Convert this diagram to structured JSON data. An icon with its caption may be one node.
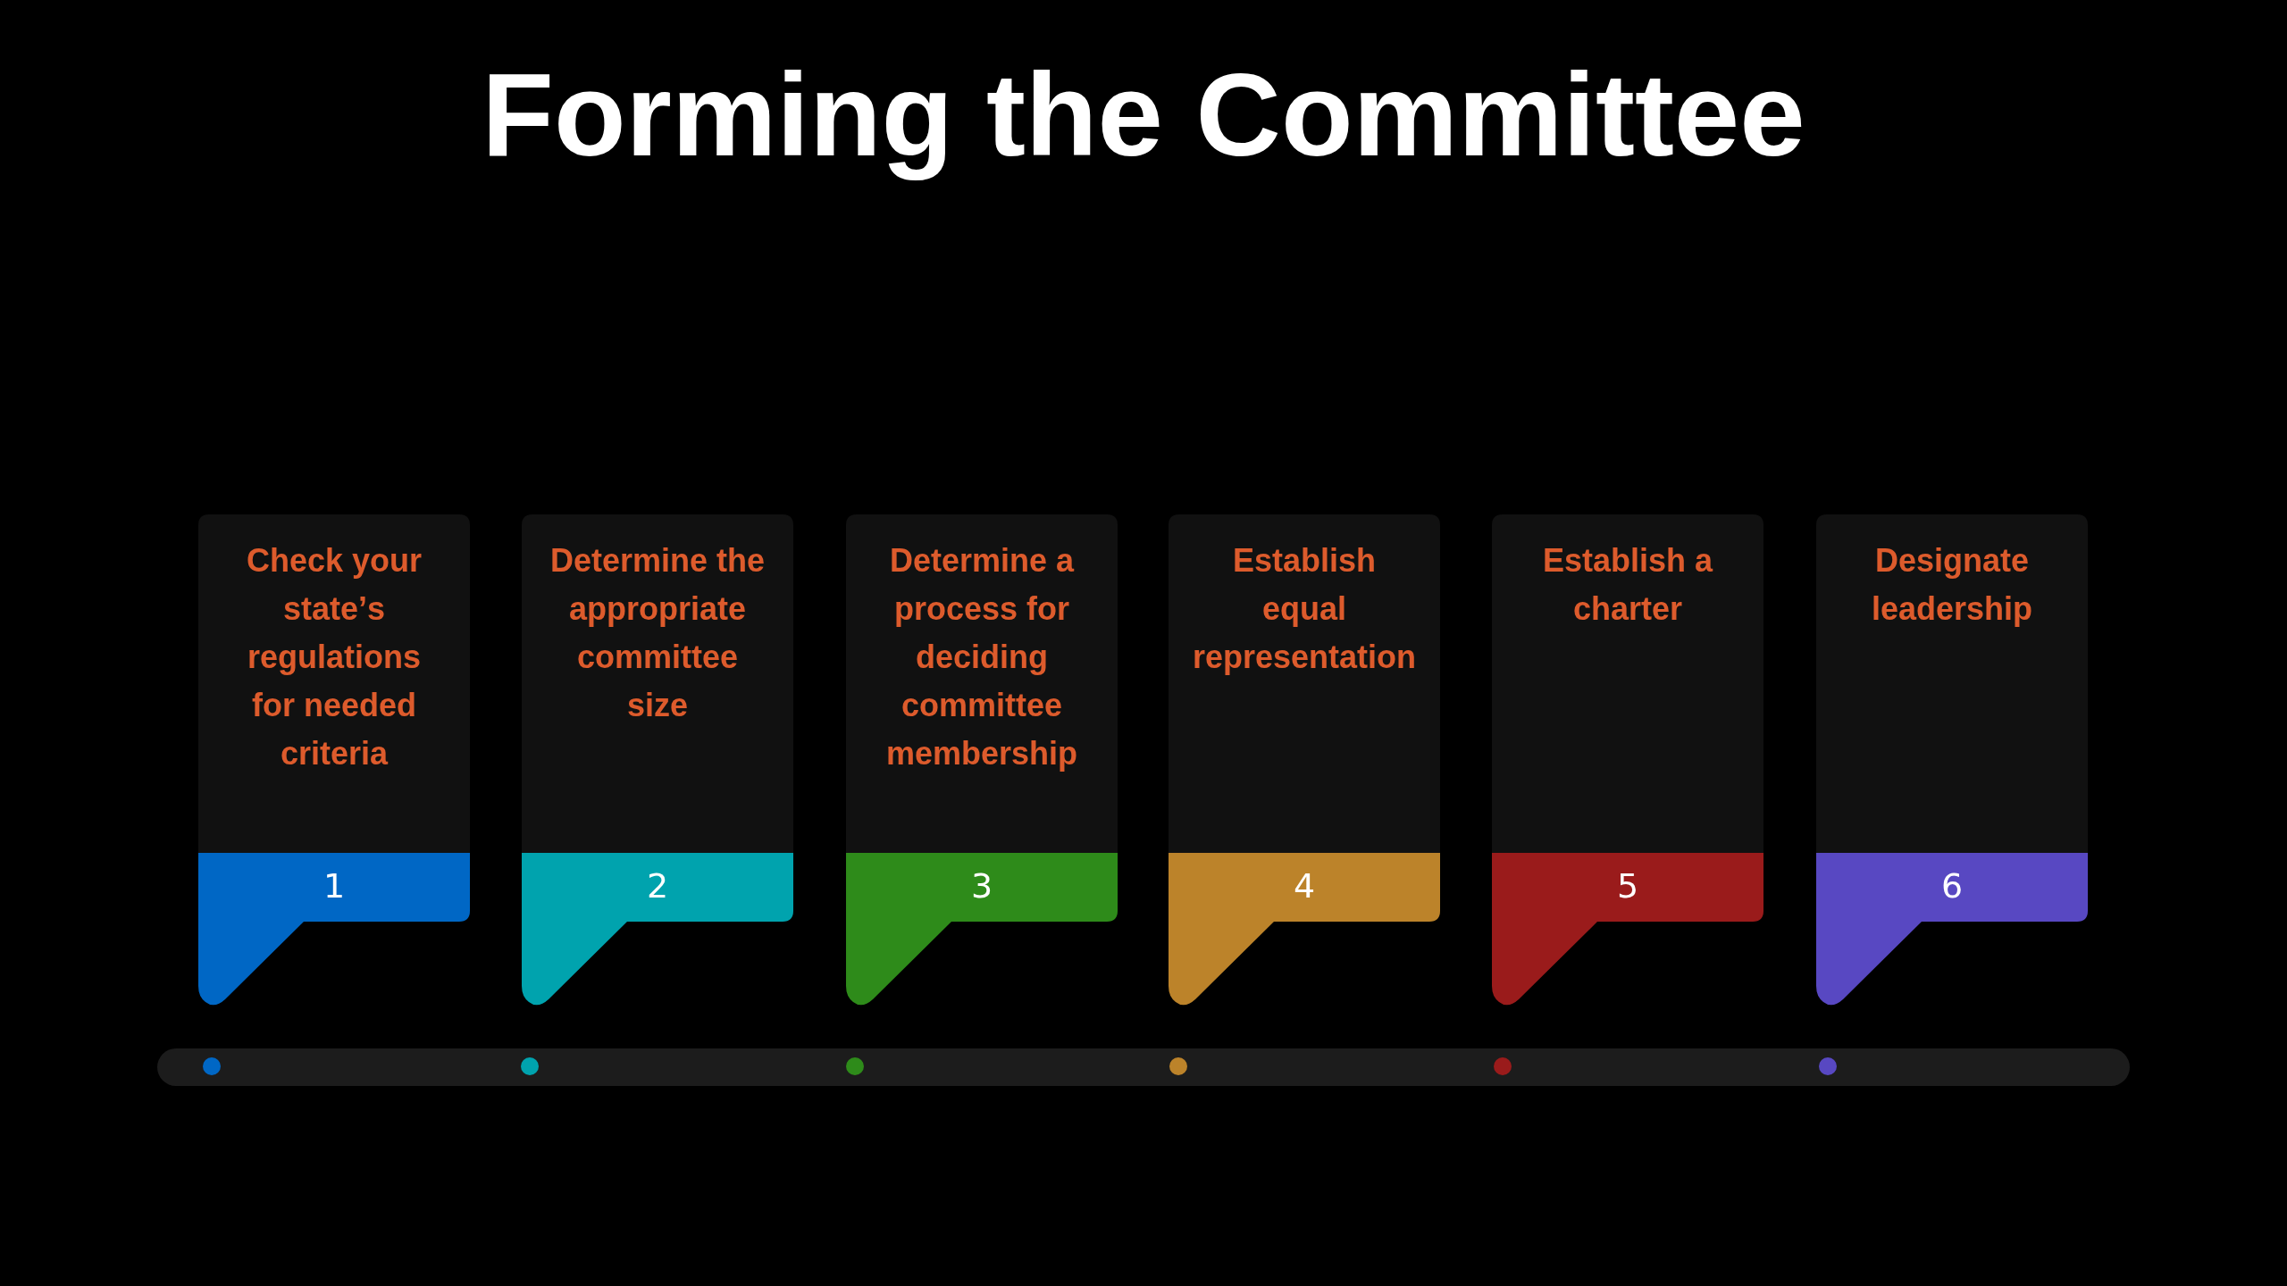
{
  "diagram": {
    "title": "Forming the Committee",
    "nodes": [
      {
        "text": [
          "Check your state’s regulations for needed criteria",
          "1"
        ]
      },
      {
        "text": [
          "Determine the appropriate committee size",
          "2"
        ]
      },
      {
        "text": [
          "Determine a process for deciding committee membership",
          "3"
        ]
      },
      {
        "text": [
          "Establish equal representation",
          "4"
        ]
      },
      {
        "text": [
          "Establish a charter",
          "5"
        ]
      },
      {
        "text": [
          "Designate leadership",
          "6"
        ]
      }
    ]
  }
}
